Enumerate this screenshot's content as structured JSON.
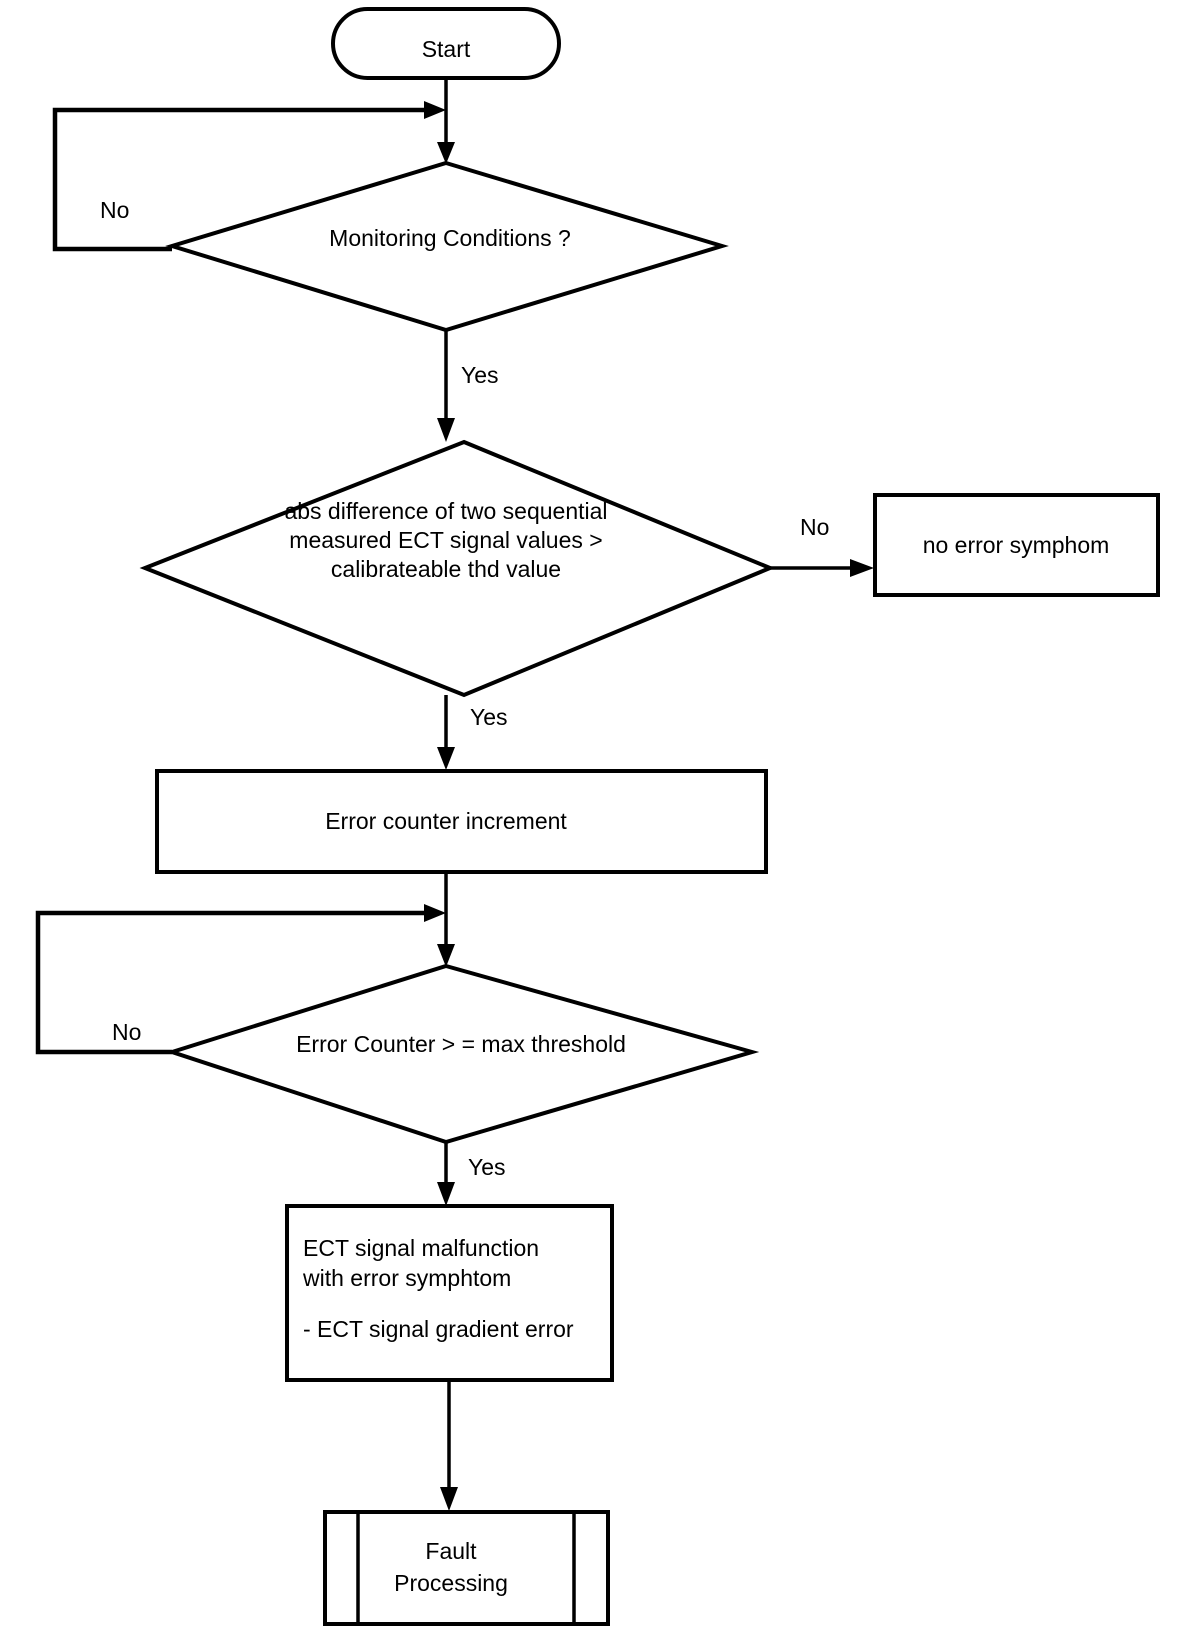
{
  "diagram": {
    "title": "ECT signal gradient error monitoring flowchart",
    "type": "flowchart",
    "colors": {
      "stroke": "#000000",
      "fill": "#ffffff",
      "text": "#000000"
    },
    "nodes": {
      "start": {
        "shape": "terminator",
        "label": "Start"
      },
      "monitoring_conditions": {
        "shape": "decision",
        "label": "Monitoring Conditions ?"
      },
      "abs_difference": {
        "shape": "decision",
        "line1": "abs difference of two sequential",
        "line2": "measured ECT signal values >",
        "line3": "calibrateable thd value"
      },
      "no_error": {
        "shape": "process",
        "label": "no error symphom"
      },
      "error_counter_increment": {
        "shape": "process",
        "label": "Error counter increment"
      },
      "error_counter_threshold": {
        "shape": "decision",
        "label": "Error Counter > = max threshold"
      },
      "ect_malfunction": {
        "shape": "process",
        "line1": "ECT signal malfunction",
        "line2": "with error symphtom",
        "line3": "- ECT signal gradient error"
      },
      "fault_processing": {
        "shape": "predefined-process",
        "line1": "Fault",
        "line2": "Processing"
      }
    },
    "edge_labels": {
      "monitoring_no": "No",
      "monitoring_yes": "Yes",
      "abs_diff_no": "No",
      "abs_diff_yes": "Yes",
      "counter_no": "No",
      "counter_yes": "Yes"
    }
  }
}
